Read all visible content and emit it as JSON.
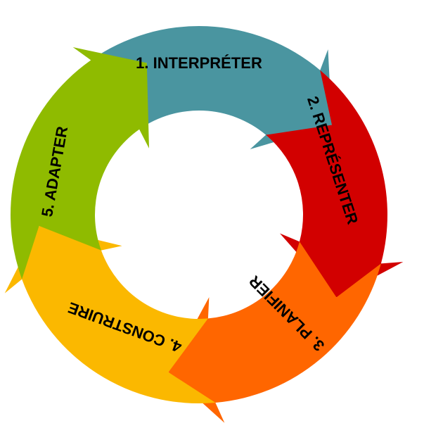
{
  "diagram": {
    "type": "cycle",
    "steps": [
      {
        "label": "1. INTERPRÉTER",
        "color": "#4a95a0"
      },
      {
        "label": "2. REPRÉSENTER",
        "color": "#d20000"
      },
      {
        "label": "3. PLANIFIER",
        "color": "#ff6600"
      },
      {
        "label": "4. CONSTRUIRE",
        "color": "#fbb800"
      },
      {
        "label": "5. ADAPTER",
        "color": "#8fbb00"
      }
    ]
  }
}
